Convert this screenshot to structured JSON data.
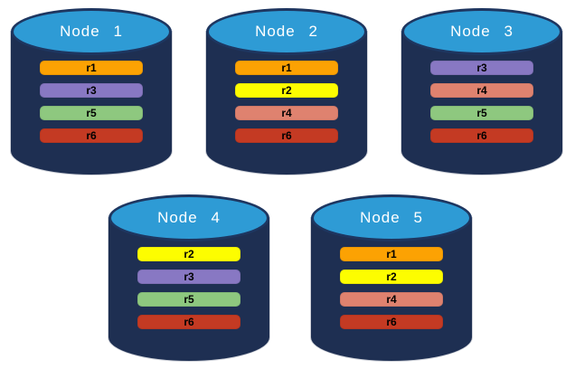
{
  "diagram": {
    "description": "Five database node cylinders showing replica placement",
    "replica_colors": {
      "r1": "#FCA203",
      "r2": "#FDFD00",
      "r3": "#8878C3",
      "r4": "#DF826F",
      "r5": "#8EC87F",
      "r6": "#C43A23"
    },
    "cylinder_colors": {
      "body": "#1E2F52",
      "top_fill": "#2E9BD5",
      "top_border": "#1E3660"
    },
    "nodes": [
      {
        "title": "Node 1",
        "replicas": [
          "r1",
          "r3",
          "r5",
          "r6"
        ]
      },
      {
        "title": "Node 2",
        "replicas": [
          "r1",
          "r2",
          "r4",
          "r6"
        ]
      },
      {
        "title": "Node 3",
        "replicas": [
          "r3",
          "r4",
          "r5",
          "r6"
        ]
      },
      {
        "title": "Node 4",
        "replicas": [
          "r2",
          "r3",
          "r5",
          "r6"
        ]
      },
      {
        "title": "Node 5",
        "replicas": [
          "r1",
          "r2",
          "r4",
          "r6"
        ]
      }
    ]
  }
}
